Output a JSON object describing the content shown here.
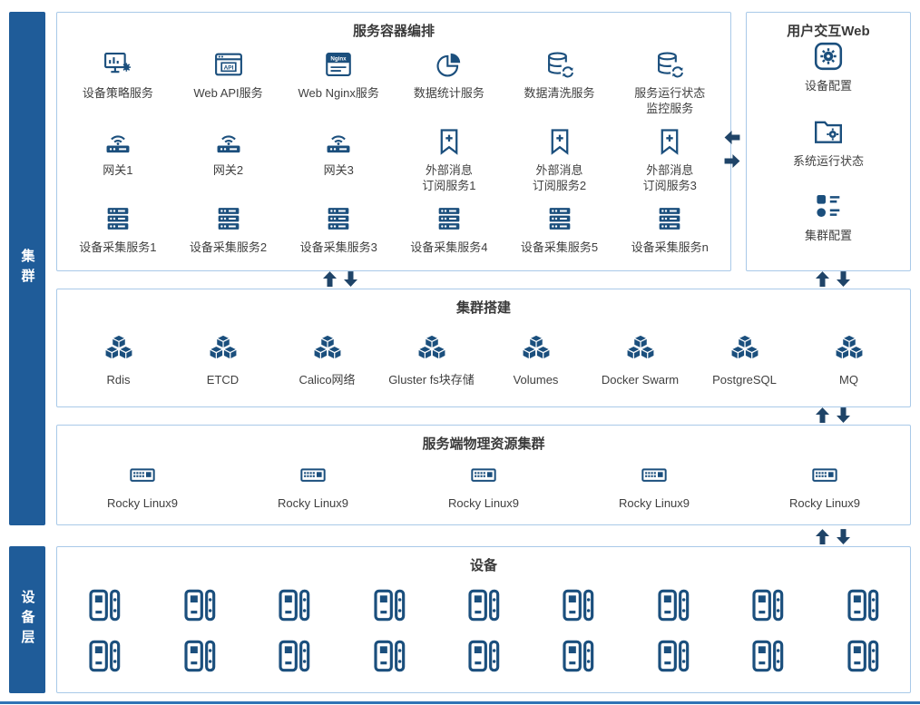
{
  "sidebars": {
    "cluster": "集群",
    "device_layer": "设备层"
  },
  "orchestration": {
    "title": "服务容器编排",
    "rows": [
      [
        {
          "name": "device-policy-service",
          "icon": "monitor-gear",
          "label": "设备策略服务"
        },
        {
          "name": "web-api-service",
          "icon": "api",
          "label": "Web API服务"
        },
        {
          "name": "web-nginx-service",
          "icon": "nginx",
          "label": "Web Nginx服务"
        },
        {
          "name": "data-statistics-service",
          "icon": "pie",
          "label": "数据统计服务"
        },
        {
          "name": "data-cleaning-service",
          "icon": "db-sync",
          "label": "数据清洗服务"
        },
        {
          "name": "service-status-monitor-service",
          "icon": "db-sync",
          "label": "服务运行状态\n监控服务"
        }
      ],
      [
        {
          "name": "gateway-1",
          "icon": "gateway",
          "label": "网关1"
        },
        {
          "name": "gateway-2",
          "icon": "gateway",
          "label": "网关2"
        },
        {
          "name": "gateway-3",
          "icon": "gateway",
          "label": "网关3"
        },
        {
          "name": "external-subscribe-service-1",
          "icon": "subscribe",
          "label": "外部消息\n订阅服务1"
        },
        {
          "name": "external-subscribe-service-2",
          "icon": "subscribe",
          "label": "外部消息\n订阅服务2"
        },
        {
          "name": "external-subscribe-service-3",
          "icon": "subscribe",
          "label": "外部消息\n订阅服务3"
        }
      ],
      [
        {
          "name": "device-collect-service-1",
          "icon": "server-stack",
          "label": "设备采集服务1"
        },
        {
          "name": "device-collect-service-2",
          "icon": "server-stack",
          "label": "设备采集服务2"
        },
        {
          "name": "device-collect-service-3",
          "icon": "server-stack",
          "label": "设备采集服务3"
        },
        {
          "name": "device-collect-service-4",
          "icon": "server-stack",
          "label": "设备采集服务4"
        },
        {
          "name": "device-collect-service-5",
          "icon": "server-stack",
          "label": "设备采集服务5"
        },
        {
          "name": "device-collect-service-n",
          "icon": "server-stack",
          "label": "设备采集服务n"
        }
      ]
    ]
  },
  "web_panel": {
    "title": "用户交互Web",
    "items": [
      {
        "name": "device-config",
        "icon": "gear-square",
        "label": "设备配置"
      },
      {
        "name": "system-running-status",
        "icon": "folder-gear",
        "label": "系统运行状态"
      },
      {
        "name": "cluster-config",
        "icon": "cluster-config",
        "label": "集群配置"
      }
    ]
  },
  "cluster_build": {
    "title": "集群搭建",
    "items": [
      {
        "name": "rdis",
        "icon": "cubes",
        "label": "Rdis"
      },
      {
        "name": "etcd",
        "icon": "cubes",
        "label": "ETCD"
      },
      {
        "name": "calico-network",
        "icon": "cubes",
        "label": "Calico网络"
      },
      {
        "name": "glusterfs-block-storage",
        "icon": "cubes",
        "label": "Gluster fs块存储"
      },
      {
        "name": "volumes",
        "icon": "cubes",
        "label": "Volumes"
      },
      {
        "name": "docker-swarm",
        "icon": "cubes",
        "label": "Docker Swarm"
      },
      {
        "name": "postgresql",
        "icon": "cubes",
        "label": "PostgreSQL"
      },
      {
        "name": "mq",
        "icon": "cubes",
        "label": "MQ"
      }
    ]
  },
  "physical": {
    "title": "服务端物理资源集群",
    "items": [
      {
        "name": "rocky-linux-node-1",
        "icon": "console",
        "label": "Rocky Linux9"
      },
      {
        "name": "rocky-linux-node-2",
        "icon": "console",
        "label": "Rocky Linux9"
      },
      {
        "name": "rocky-linux-node-3",
        "icon": "console",
        "label": "Rocky Linux9"
      },
      {
        "name": "rocky-linux-node-4",
        "icon": "console",
        "label": "Rocky Linux9"
      },
      {
        "name": "rocky-linux-node-5",
        "icon": "console",
        "label": "Rocky Linux9"
      }
    ]
  },
  "devices": {
    "title": "设备",
    "rows": 2,
    "per_row": 9,
    "icon": "device"
  },
  "colors": {
    "sidebar": "#1f5c99",
    "panel_border": "#a9c9e8",
    "icon": "#1b4f7d",
    "arrow": "#1f4468",
    "label": "#404040",
    "divider": "#2f74b5"
  }
}
